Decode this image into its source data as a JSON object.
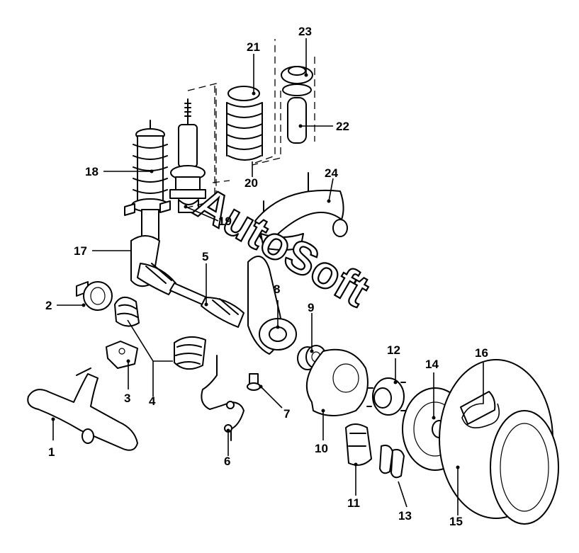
{
  "diagram": {
    "watermark": "AutoSoft",
    "callouts": {
      "c1": "1",
      "c2": "2",
      "c3": "3",
      "c4": "4",
      "c5": "5",
      "c6": "6",
      "c7": "7",
      "c8": "8",
      "c9": "9",
      "c10": "10",
      "c11": "11",
      "c12": "12",
      "c13": "13",
      "c14": "14",
      "c15": "15",
      "c16": "16",
      "c17": "17",
      "c18": "18",
      "c19": "19",
      "c20": "20",
      "c21": "21",
      "c22": "22",
      "c23": "23",
      "c24": "24"
    }
  }
}
